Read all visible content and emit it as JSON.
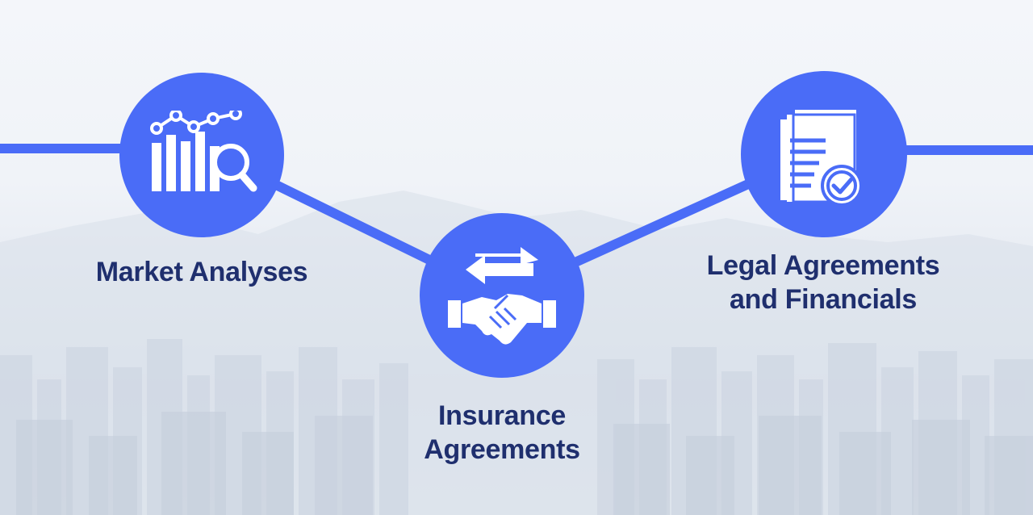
{
  "colors": {
    "accent": "#4a6cf7",
    "label_text": "#1f2f6e",
    "icon": "#ffffff",
    "background": "#f2f5fa"
  },
  "steps": [
    {
      "icon": "bar-chart-magnifier-icon",
      "lines": [
        "Market Analyses"
      ]
    },
    {
      "icon": "handshake-exchange-icon",
      "lines": [
        "Insurance",
        "Agreements"
      ]
    },
    {
      "icon": "document-check-icon",
      "lines": [
        "Legal Agreements",
        "and Financials"
      ]
    }
  ]
}
